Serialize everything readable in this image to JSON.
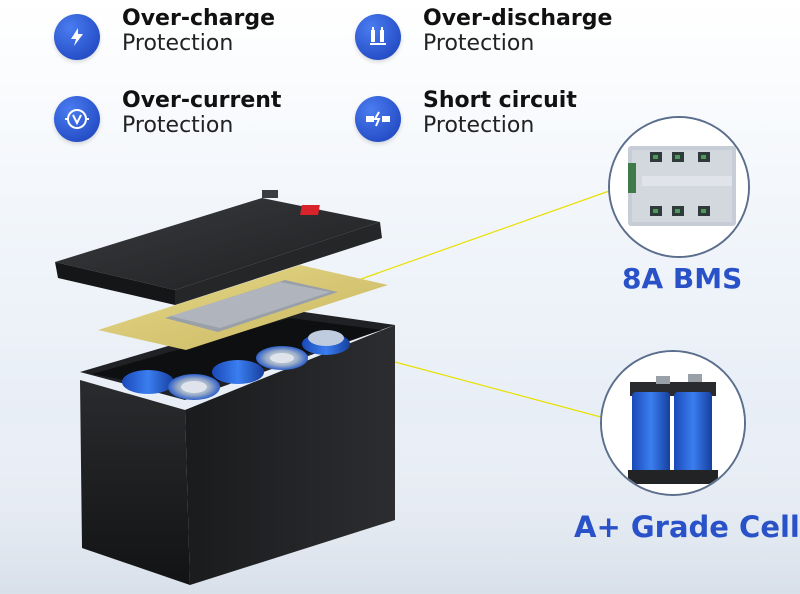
{
  "features": [
    {
      "title": "Over-charge",
      "subtitle": "Protection",
      "icon": "lightning-bolt-icon"
    },
    {
      "title": "Over-discharge",
      "subtitle": "Protection",
      "icon": "battery-terminals-icon"
    },
    {
      "title": "Over-current",
      "subtitle": "Protection",
      "icon": "voltmeter-icon"
    },
    {
      "title": "Short circuit",
      "subtitle": "Protection",
      "icon": "short-circuit-icon"
    }
  ],
  "callouts": {
    "bms_label": "8A BMS",
    "cell_label": "A+ Grade Cell"
  },
  "colors": {
    "accent": "#2a52c8",
    "icon_bg": "#2851c9",
    "leader_line": "#e8e000",
    "cell_blue": "#1f5fd6",
    "case_black": "#1b1c1e",
    "pcb_yellow": "#d9c870"
  }
}
